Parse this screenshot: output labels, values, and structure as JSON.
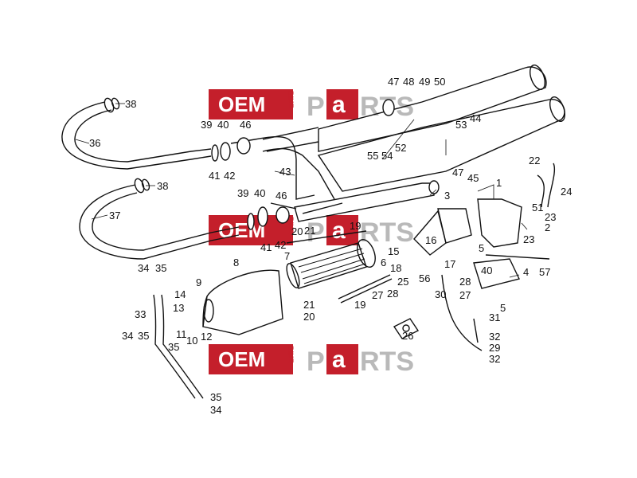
{
  "watermark": {
    "oem": "OEM",
    "bike": "BIKE",
    "p": "P",
    "a": "a",
    "rts": "RTS"
  },
  "callouts": [
    "1",
    "2",
    "3",
    "4",
    "5",
    "6",
    "7",
    "8",
    "9",
    "10",
    "11",
    "12",
    "13",
    "14",
    "15",
    "16",
    "17",
    "18",
    "19",
    "20",
    "21",
    "22",
    "23",
    "24",
    "25",
    "26",
    "27",
    "28",
    "29",
    "30",
    "31",
    "32",
    "33",
    "34",
    "35",
    "36",
    "37",
    "38",
    "39",
    "40",
    "41",
    "42",
    "43",
    "44",
    "45",
    "46",
    "47",
    "48",
    "49",
    "50",
    "51",
    "52",
    "53",
    "54",
    "55",
    "56",
    "57"
  ],
  "colors": {
    "watermark_red": "#c41f2b",
    "watermark_grey": "#b9b9b9",
    "line": "#111111"
  }
}
